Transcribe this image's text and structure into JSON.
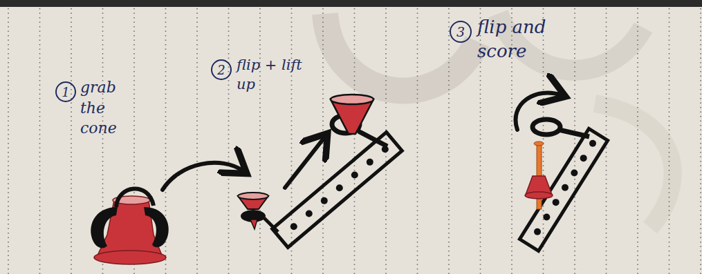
{
  "diagram": {
    "nodes": [
      {
        "text": [
          "1"
        ]
      },
      {
        "text": [
          "2"
        ]
      },
      {
        "text": [
          "3"
        ]
      }
    ],
    "labels": [
      "grab the cone",
      "flip + lift up",
      "flip and score"
    ]
  }
}
